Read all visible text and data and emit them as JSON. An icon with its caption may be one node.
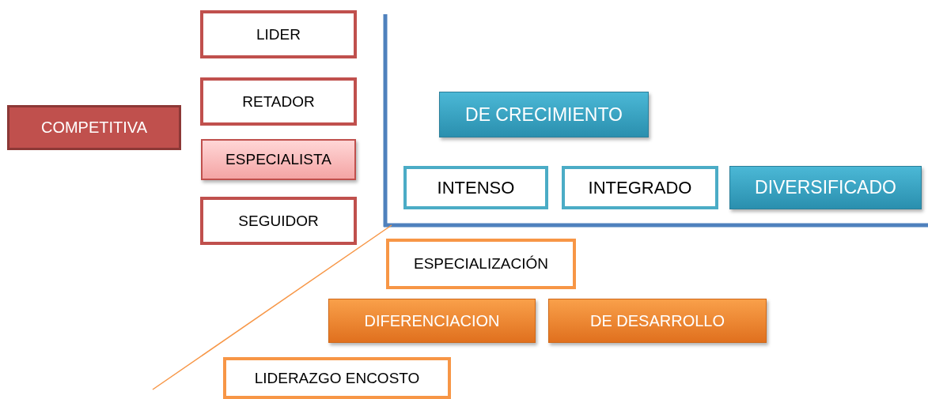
{
  "diagram": {
    "nodes": [
      {
        "text": [
          "LIDER"
        ]
      },
      {
        "text": [
          "RETADOR"
        ]
      },
      {
        "text": [
          "ESPECIALISTA"
        ]
      },
      {
        "text": [
          "SEGUIDOR"
        ]
      },
      {
        "text": [
          "COMPETITIVA"
        ]
      },
      {
        "text": [
          "DE CRECIMIENTO"
        ]
      },
      {
        "text": [
          "INTENSO"
        ]
      },
      {
        "text": [
          "INTEGRADO"
        ]
      },
      {
        "text": [
          "DIVERSIFICADO"
        ]
      },
      {
        "text": [
          "ESPECIALIZACIÓN"
        ]
      },
      {
        "text": [
          "DIFERENCIACION"
        ]
      },
      {
        "text": [
          "DE DESARROLLO"
        ]
      },
      {
        "text": [
          "LIDERAZGO ENCOSTO"
        ]
      }
    ]
  }
}
